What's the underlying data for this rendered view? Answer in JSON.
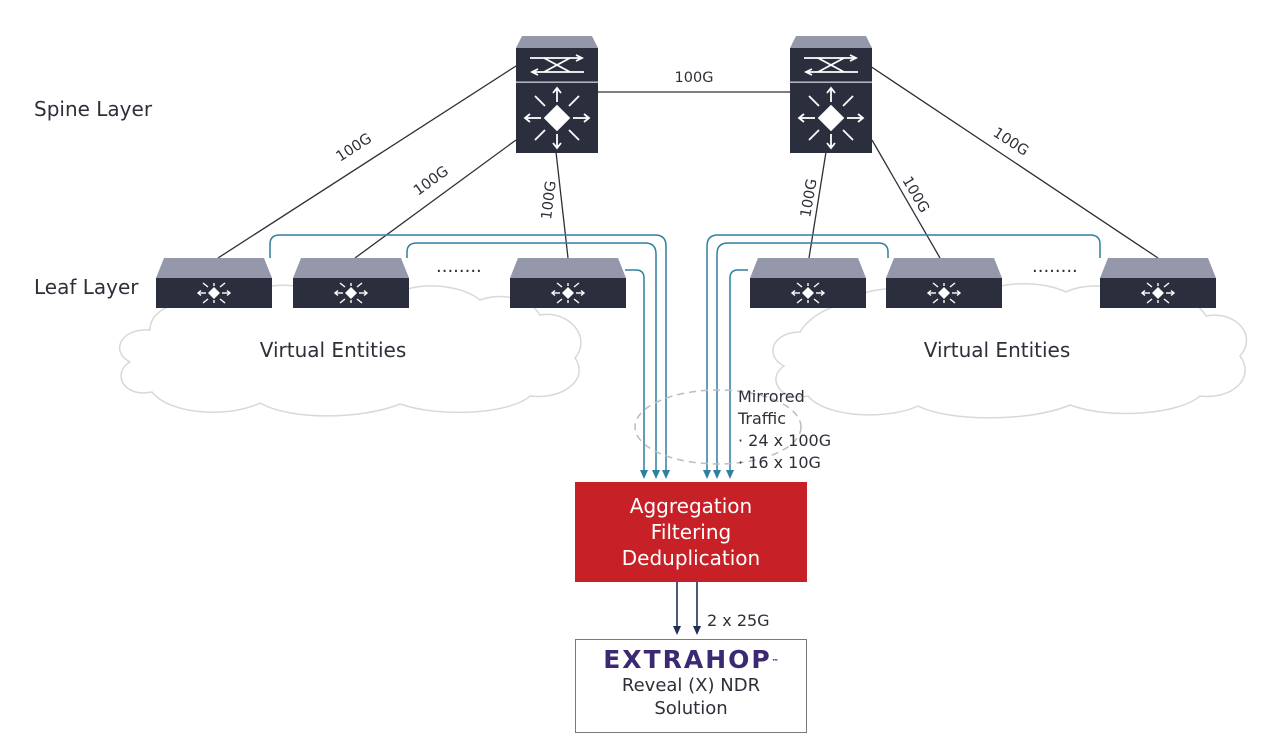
{
  "layers": {
    "spine": "Spine Layer",
    "leaf": "Leaf Layer"
  },
  "links": {
    "spine_to_spine": "100G",
    "left_1": "100G",
    "left_2": "100G",
    "left_3": "100G",
    "right_1": "100G",
    "right_2": "100G",
    "right_3": "100G"
  },
  "ellipsis": {
    "left": "........",
    "right": "........"
  },
  "clouds": {
    "left": "Virtual Entities",
    "right": "Virtual Entities"
  },
  "mirrored": {
    "line1": "Mirrored",
    "line2": "Traffic",
    "item1": "·  24 x 100G",
    "item2": "·  16 x   10G"
  },
  "aggregation": {
    "line1": "Aggregation",
    "line2": "Filtering",
    "line3": "Deduplication"
  },
  "output_link": "2 x 25G",
  "solution": {
    "logo": "EXTRAHOP",
    "logo_tm": "™",
    "line1": "Reveal (X) NDR",
    "line2": "Solution"
  },
  "colors": {
    "switch_top": "#9598ab",
    "switch_body": "#2b2f3d",
    "mirror_line": "#2f7f9f",
    "aggregation_box": "#c72127",
    "logo": "#3b2a73"
  }
}
